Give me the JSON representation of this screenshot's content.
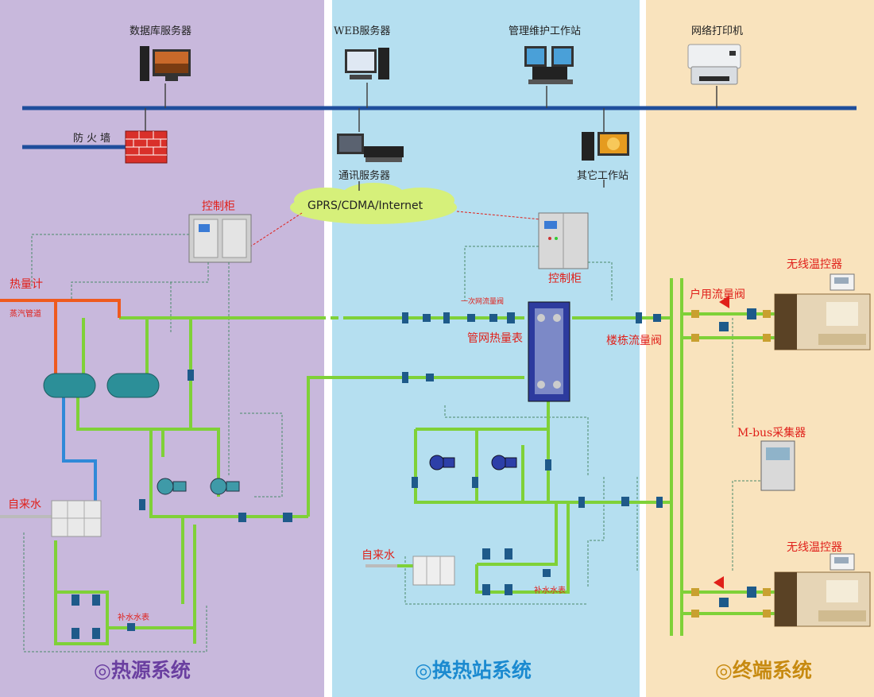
{
  "colors": {
    "heat_panel": "#c8b8dc",
    "station_panel": "#b5dff0",
    "terminal_panel": "#f9e3bd",
    "network": "#1f4e9c",
    "pipe": "#7fd138",
    "steam": "#ef5a1f",
    "cold": "#2f89d8",
    "accent_red": "#e0201a"
  },
  "network": {
    "db_server": "数据库服务器",
    "web_server": "WEB服务器",
    "mgmt_station": "管理维护工作站",
    "printer": "网络打印机",
    "firewall": "防火墙",
    "comm_server": "通讯服务器",
    "other_station": "其它工作站",
    "cloud": "GPRS/CDMA/Internet"
  },
  "heat_source": {
    "control_cabinet": "控制柜",
    "heat_meter": "热量计",
    "steam_pipe": "蒸汽管道",
    "tap_water": "自来水",
    "makeup_meter": "补水水表",
    "title": "◎热源系统"
  },
  "station": {
    "control_cabinet": "控制柜",
    "primary_flow_valve": "一次网流量阀",
    "network_heat_meter": "管网热量表",
    "building_flow_valve": "楼栋流量阀",
    "tap_water": "自来水",
    "makeup_meter": "补水水表",
    "title": "◎换热站系统"
  },
  "terminal": {
    "wireless_thermostat_top": "无线温控器",
    "household_flow_valve": "户用流量阀",
    "mbus": "M-bus采集器",
    "wireless_thermostat_bottom": "无线温控器",
    "title": "◎终端系统"
  }
}
